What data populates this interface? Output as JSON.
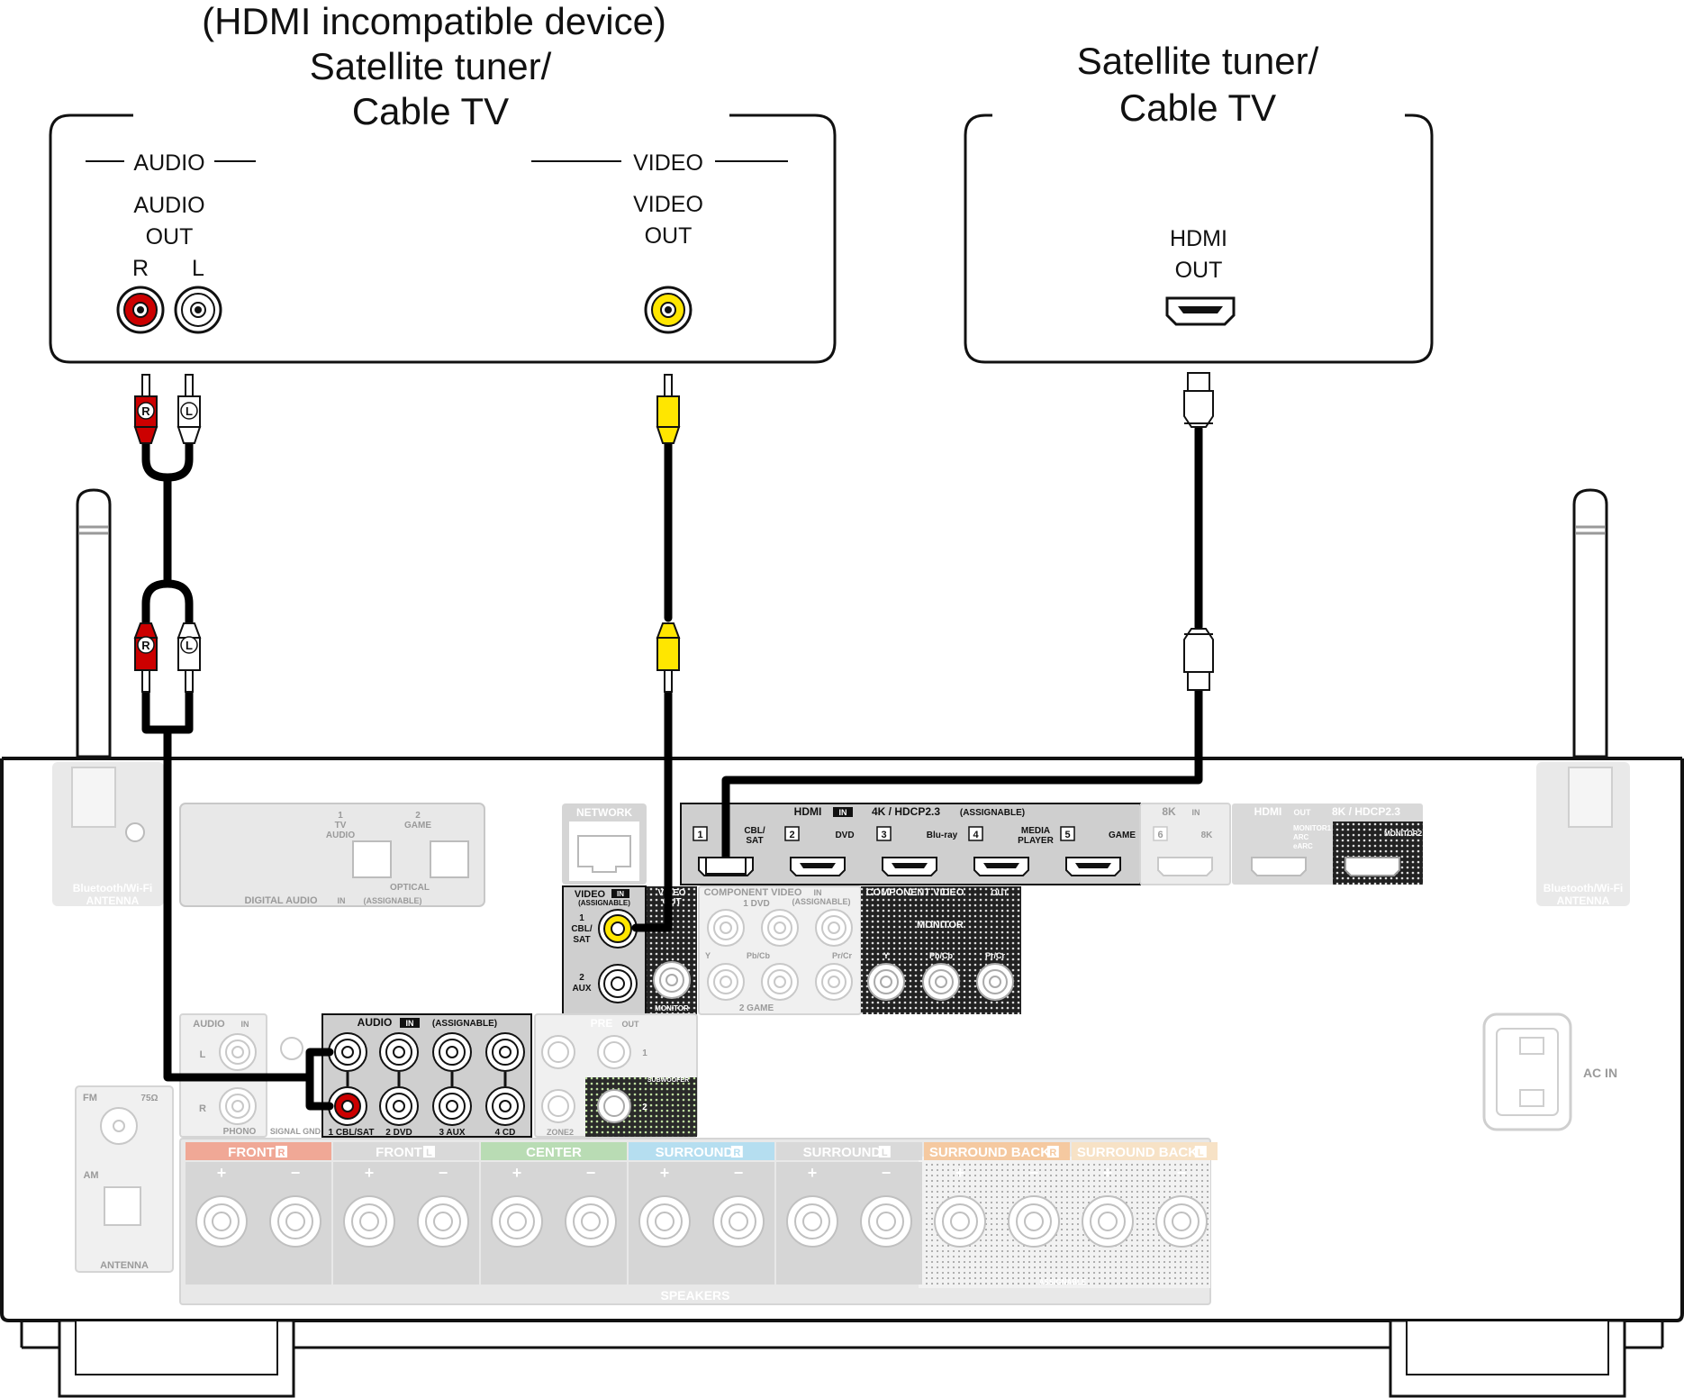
{
  "devices": {
    "left": {
      "title_lines": [
        "(HDMI incompatible device)",
        "Satellite tuner/",
        "Cable TV"
      ],
      "audio_section": "AUDIO",
      "audio_out_lines": [
        "AUDIO",
        "OUT"
      ],
      "channel_r": "R",
      "channel_l": "L",
      "video_section": "VIDEO",
      "video_out_lines": [
        "VIDEO",
        "OUT"
      ]
    },
    "right": {
      "title_lines": [
        "Satellite tuner/",
        "Cable TV"
      ],
      "hdmi_out_lines": [
        "HDMI",
        "OUT"
      ]
    }
  },
  "plugs": {
    "right_mark": "R",
    "left_mark": "L"
  },
  "receiver": {
    "bt_antenna_lines": [
      "Bluetooth/Wi-Fi",
      "ANTENNA"
    ],
    "digital_audio": {
      "port1_lines": [
        "1",
        "TV",
        "AUDIO"
      ],
      "port2_lines": [
        "2",
        "GAME"
      ],
      "optical": "OPTICAL",
      "footer": "DIGITAL AUDIO",
      "in_badge": "IN",
      "assignable": "(ASSIGNABLE)"
    },
    "network": "NETWORK",
    "hdmi_in": {
      "header": "HDMI",
      "in_badge": "IN",
      "spec": "4K / HDCP2.3",
      "assignable": "(ASSIGNABLE)",
      "ports": [
        {
          "num": "1",
          "label_lines": [
            "CBL/",
            "SAT"
          ]
        },
        {
          "num": "2",
          "label_lines": [
            "DVD"
          ]
        },
        {
          "num": "3",
          "label_lines": [
            "Blu-ray"
          ]
        },
        {
          "num": "4",
          "label_lines": [
            "MEDIA",
            "PLAYER"
          ]
        },
        {
          "num": "5",
          "label_lines": [
            "GAME"
          ]
        }
      ]
    },
    "hdmi_8k": {
      "header": "8K",
      "in_badge": "IN",
      "port_num": "6",
      "port_label": "8K"
    },
    "hdmi_out": {
      "header": "HDMI",
      "out_badge": "OUT",
      "spec": "8K / HDCP2.3",
      "monitor1_lines": [
        "MONITOR1",
        "ARC",
        "eARC"
      ],
      "monitor2": "MONITOR2"
    },
    "video_in": {
      "header": "VIDEO",
      "in_badge": "IN",
      "assignable": "(ASSIGNABLE)",
      "port1_lines": [
        "1",
        "CBL/",
        "SAT"
      ],
      "port2_lines": [
        "2",
        "AUX"
      ]
    },
    "video_out": {
      "header_lines": [
        "VIDEO",
        "OUT"
      ],
      "monitor": "MONITOR"
    },
    "component_in": {
      "header": "COMPONENT VIDEO",
      "in_badge": "IN",
      "assignable": "(ASSIGNABLE)",
      "row1": "1 DVD",
      "row2": "2 GAME",
      "y": "Y",
      "pb": "Pb/Cb",
      "pr": "Pr/Cr"
    },
    "component_out": {
      "header": "COMPONENT VIDEO",
      "out_badge": "OUT",
      "monitor": "MONITOR",
      "y": "Y",
      "pb": "Pb/Cb",
      "pr": "Pr/Cr"
    },
    "audio_in_phono": {
      "header": "AUDIO",
      "in_badge": "IN",
      "l": "L",
      "r": "R",
      "phono": "PHONO",
      "signal_gnd": "SIGNAL GND"
    },
    "audio_in": {
      "header": "AUDIO",
      "in_badge": "IN",
      "assignable": "(ASSIGNABLE)",
      "inputs": [
        "1 CBL/SAT",
        "2 DVD",
        "3 AUX",
        "4 CD"
      ]
    },
    "pre_out": {
      "header": "PRE",
      "out_badge": "OUT",
      "sub1": "1",
      "subwoofer": "SUBWOOFER",
      "sub2": "2",
      "zone2": "ZONE2"
    },
    "antenna": {
      "fm": "FM",
      "ohm": "75Ω",
      "am": "AM",
      "footer": "ANTENNA"
    },
    "ac_in": "AC IN",
    "speakers": {
      "footer": "SPEAKERS",
      "assignable": "ASSIGNABLE",
      "groups": [
        {
          "name": "FRONT",
          "side": "R",
          "color": "#f0a896"
        },
        {
          "name": "FRONT",
          "side": "L",
          "color": "#d9d9d9"
        },
        {
          "name": "CENTER",
          "side": "",
          "color": "#b9dcb4"
        },
        {
          "name": "SURROUND",
          "side": "R",
          "color": "#b5def0"
        },
        {
          "name": "SURROUND",
          "side": "L",
          "color": "#d9d9d9"
        },
        {
          "name": "SURROUND BACK",
          "side": "R",
          "color": "#f5c9a0"
        },
        {
          "name": "SURROUND BACK",
          "side": "L",
          "color": "#f7e2c6"
        }
      ]
    }
  },
  "colors": {
    "audio_r": "#cc0000",
    "audio_l": "#ffffff",
    "video": "#ffe600",
    "cable": "#000000",
    "panel_dark": "#cfcfcf",
    "faded_panel": "#e6e6e6"
  }
}
